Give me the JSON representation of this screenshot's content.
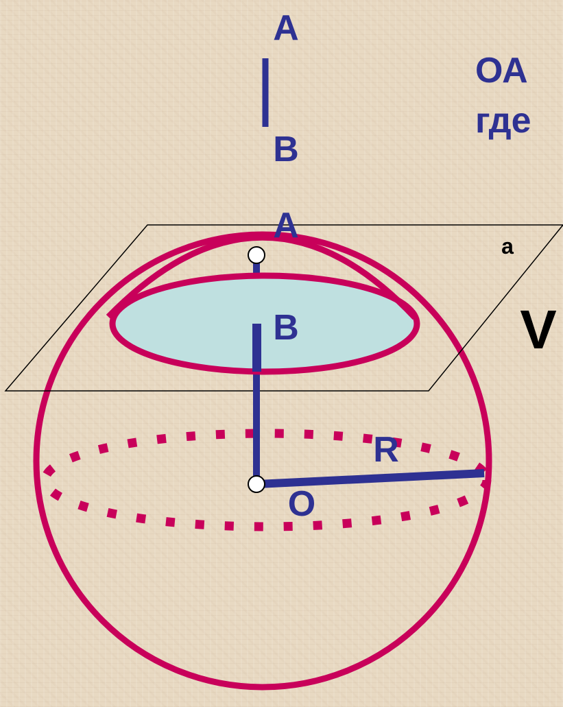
{
  "labels": {
    "top_a": "A",
    "top_b": "B",
    "plane_a": "A",
    "plane_name": "a",
    "circle_b": "B",
    "radius": "R",
    "center": "O",
    "volume_v": "V"
  },
  "text": {
    "line1": "ОА",
    "line2": "где"
  },
  "colors": {
    "blue": "#2e3192",
    "magenta": "#c8005a",
    "fill": "#bfe0e0",
    "background": "#e8d9c2"
  }
}
